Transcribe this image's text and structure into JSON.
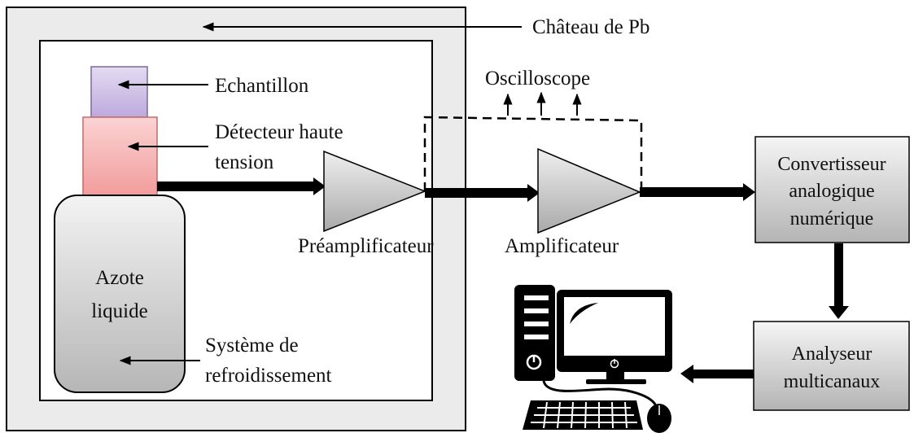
{
  "labels": {
    "lead_castle": "Château de Pb",
    "sample": "Echantillon",
    "detector_line1": "Détecteur haute",
    "detector_line2": "tension",
    "nitrogen_line1": "Azote",
    "nitrogen_line2": "liquide",
    "cooling_line1": "Système de",
    "cooling_line2": "refroidissement",
    "preamp": "Préamplificateur",
    "amp": "Amplificateur",
    "oscilloscope": "Oscilloscope",
    "adc_line1": "Convertisseur",
    "adc_line2": "analogique",
    "adc_line3": "numérique",
    "mca_line1": "Analyseur",
    "mca_line2": "multicanaux"
  },
  "colors": {
    "castle_fill": "#ebebeb",
    "sample_fill": "#cbbde6",
    "detector_fill": "#f6b4b4",
    "gradient_light": "#f4f4f4",
    "gradient_dark": "#a8a8a8",
    "line": "#000000"
  },
  "icons": [
    "desktop-computer-icon"
  ]
}
